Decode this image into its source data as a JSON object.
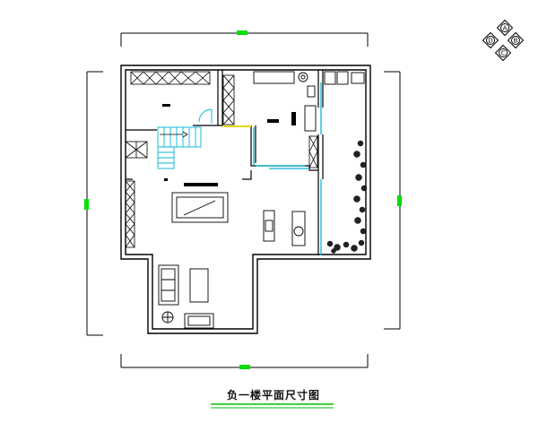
{
  "drawing": {
    "title": "负一楼平面尺寸图",
    "underline_color": "#00c000",
    "accent_green": "#00e000",
    "wall_color": "#000000",
    "glass_color": "#00b7d8",
    "highlight_color": "#e8d800"
  },
  "compass": {
    "labels": [
      "A",
      "B",
      "C",
      "D"
    ]
  }
}
